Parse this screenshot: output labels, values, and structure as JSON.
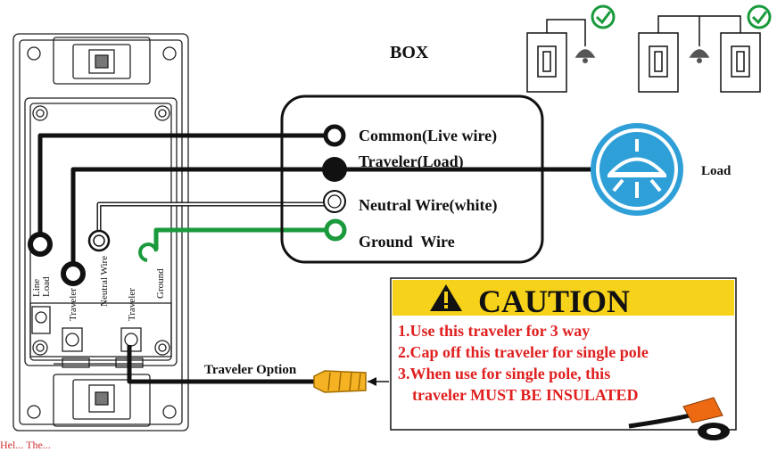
{
  "box": {
    "title": "BOX",
    "terminals": [
      {
        "label": "Common(Live wire)",
        "color": "#111111"
      },
      {
        "label": "Traveler(Load)",
        "color": "#111111"
      },
      {
        "label": "Neutral Wire(white)",
        "color": "#ffffff"
      },
      {
        "label": "Ground  Wire",
        "color": "#1a9a3c"
      }
    ]
  },
  "load": {
    "label": "Load",
    "color": "#2f9fd8",
    "icon": "ceiling-light-icon"
  },
  "switch": {
    "labels": {
      "line_load": [
        "Line",
        "Load"
      ],
      "traveler": "Traveler",
      "neutral": "Neutral Wire",
      "traveler2": "Traveler",
      "ground": "Ground"
    }
  },
  "traveler_option": {
    "label": "Traveler Option",
    "icon": "wire-nut-icon"
  },
  "caution": {
    "title": "CAUTION",
    "icon": "warning-triangle-icon",
    "lines": [
      "1.Use this traveler for 3 way",
      "2.Cap off this traveler for single pole",
      "3.When use for single pole, this",
      "traveler MUST BE INSULATED"
    ],
    "banner_color": "#f7d21a",
    "text_color": "#e02020"
  },
  "configs": {
    "check_color": "#1a9a3c",
    "items": [
      "single-pole-config",
      "three-way-config"
    ]
  },
  "footer_text": "Hel... The..."
}
